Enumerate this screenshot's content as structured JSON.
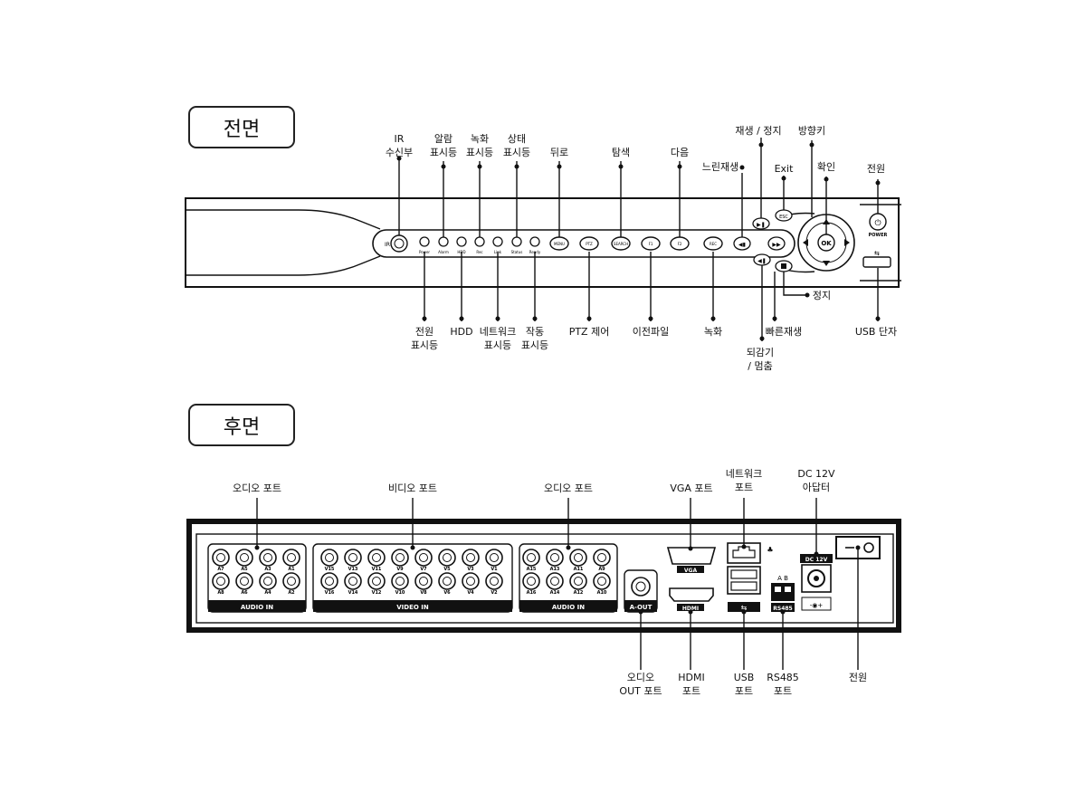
{
  "sections": {
    "front_title": "전면",
    "rear_title": "후면"
  },
  "front": {
    "top_labels": {
      "ir": "IR\n수신부",
      "alarm": "알람\n표시등",
      "record": "녹화\n표시등",
      "status": "상태\n표시등",
      "back": "뒤로",
      "search": "탐색",
      "next": "다음",
      "slow_play": "느린재생",
      "play_pause": "재생 / 정지",
      "exit": "Exit",
      "direction": "방향키",
      "ok": "확인",
      "power": "전원"
    },
    "bottom_labels": {
      "power_led": "전원\n표시등",
      "hdd": "HDD",
      "network_led": "네트워크\n표시등",
      "operation_led": "작동\n표시등",
      "ptz": "PTZ 제어",
      "prev_file": "이전파일",
      "record_btn": "녹화",
      "rewind": "되감기\n/ 멈춤",
      "fast_play": "빠른재생",
      "stop": "정지",
      "usb": "USB 단자"
    },
    "led_texts": [
      "Power",
      "Alarm",
      "HDD",
      "Rec",
      "Link",
      "Status",
      "Ready"
    ],
    "button_texts": [
      "MENU",
      "PTZ",
      "SEARCH",
      "F1",
      "F2",
      "REC",
      "◀◀"
    ],
    "ok_text": "OK",
    "esc_text": "ESC",
    "power_text": "POWER"
  },
  "rear": {
    "top_labels": {
      "audio_left": "오디오 포트",
      "video": "비디오 포트",
      "audio_right": "오디오 포트",
      "vga": "VGA 포트",
      "network": "네트워크\n포트",
      "dc": "DC 12V\n아답터"
    },
    "bottom_labels": {
      "audio_out": "오디오\nOUT 포트",
      "hdmi": "HDMI\n포트",
      "usb": "USB\n포트",
      "rs485": "RS485\n포트",
      "power": "전원"
    },
    "audio_in_left": {
      "label": "AUDIO IN",
      "row1": [
        "A7",
        "A5",
        "A3",
        "A1"
      ],
      "row2": [
        "A8",
        "A6",
        "A4",
        "A2"
      ]
    },
    "video_in": {
      "label": "VIDEO IN",
      "row1": [
        "V15",
        "V13",
        "V11",
        "V9",
        "V7",
        "V5",
        "V3",
        "V1"
      ],
      "row2": [
        "V16",
        "V14",
        "V12",
        "V10",
        "V8",
        "V6",
        "V4",
        "V2"
      ]
    },
    "audio_in_right": {
      "label": "AUDIO IN",
      "row1": [
        "A15",
        "A13",
        "A11",
        "A9"
      ],
      "row2": [
        "A16",
        "A14",
        "A12",
        "A10"
      ]
    },
    "aout_text": "A-OUT",
    "vga_text": "VGA",
    "hdmi_text": "HDMI",
    "rs485_text": "RS485",
    "rs485_ab": "A  B",
    "dc_text": "DC 12V"
  }
}
